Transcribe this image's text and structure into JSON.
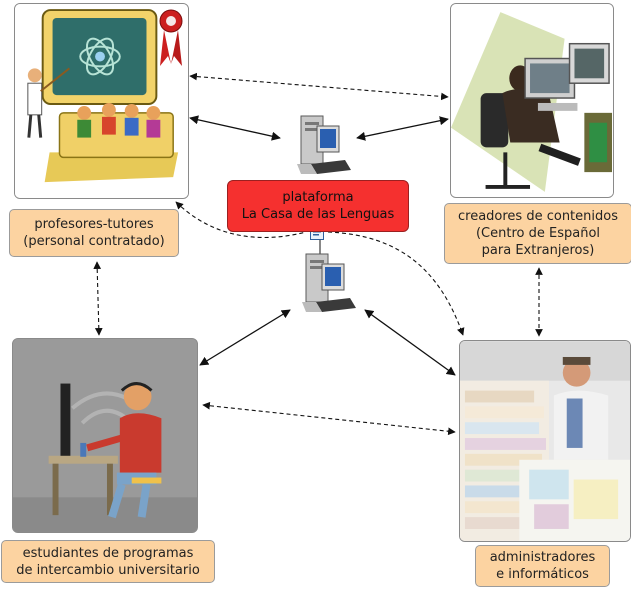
{
  "nodes": {
    "platform": {
      "label": "plataforma\nLa Casa de las Lenguas",
      "color": "#f5302f"
    },
    "teachers": {
      "label": "profesores-tutores\n(personal contratado)"
    },
    "creators": {
      "label": "creadores de contenidos\n(Centro de Español\npara Extranjeros)"
    },
    "students": {
      "label": "estudiantes de programas\nde intercambio universitario"
    },
    "admins": {
      "label": "administradores\ne informáticos"
    }
  },
  "colors": {
    "label_fill": "#fcd3a1",
    "platform_fill": "#f5302f",
    "connector": "#111111"
  },
  "icons": [
    "computer-icon",
    "document-icon",
    "rosette-icon"
  ]
}
